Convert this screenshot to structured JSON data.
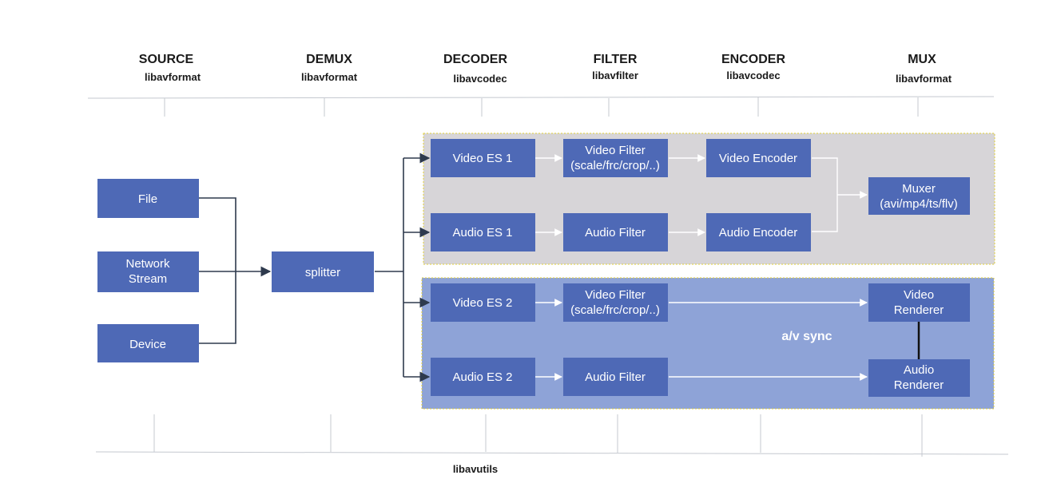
{
  "stages": [
    {
      "title": "SOURCE",
      "lib": "libavformat"
    },
    {
      "title": "DEMUX",
      "lib": "libavformat"
    },
    {
      "title": "DECODER",
      "lib": "libavcodec"
    },
    {
      "title": "FILTER",
      "lib": "libavfilter"
    },
    {
      "title": "ENCODER",
      "lib": "libavcodec"
    },
    {
      "title": "MUX",
      "lib": "libavformat"
    }
  ],
  "inputs": [
    {
      "lines": [
        "File"
      ]
    },
    {
      "lines": [
        "Network",
        "Stream"
      ]
    },
    {
      "lines": [
        "Device"
      ]
    }
  ],
  "splitter": {
    "lines": [
      "splitter"
    ]
  },
  "encode_group": {
    "video_es": {
      "lines": [
        "Video ES 1"
      ]
    },
    "video_filter": {
      "lines": [
        "Video Filter",
        "(scale/frc/crop/..)"
      ]
    },
    "video_encoder": {
      "lines": [
        "Video Encoder"
      ]
    },
    "audio_es": {
      "lines": [
        "Audio ES 1"
      ]
    },
    "audio_filter": {
      "lines": [
        "Audio Filter"
      ]
    },
    "audio_encoder": {
      "lines": [
        "Audio Encoder"
      ]
    },
    "muxer": {
      "lines": [
        "Muxer",
        "(avi/mp4/ts/flv)"
      ]
    }
  },
  "render_group": {
    "video_es": {
      "lines": [
        "Video ES 2"
      ]
    },
    "video_filter": {
      "lines": [
        "Video Filter",
        "(scale/frc/crop/..)"
      ]
    },
    "video_renderer": {
      "lines": [
        "Video",
        "Renderer"
      ]
    },
    "audio_es": {
      "lines": [
        "Audio ES 2"
      ]
    },
    "audio_filter": {
      "lines": [
        "Audio Filter"
      ]
    },
    "audio_renderer": {
      "lines": [
        "Audio",
        "Renderer"
      ]
    },
    "sync_label": "a/v sync"
  },
  "footer_lib": "libavutils",
  "colors": {
    "box": "#4e69b6",
    "encode_group_bg": "#d7d5d8",
    "render_group_bg": "#8ea3d7",
    "group_border": "#e2cf3a"
  }
}
